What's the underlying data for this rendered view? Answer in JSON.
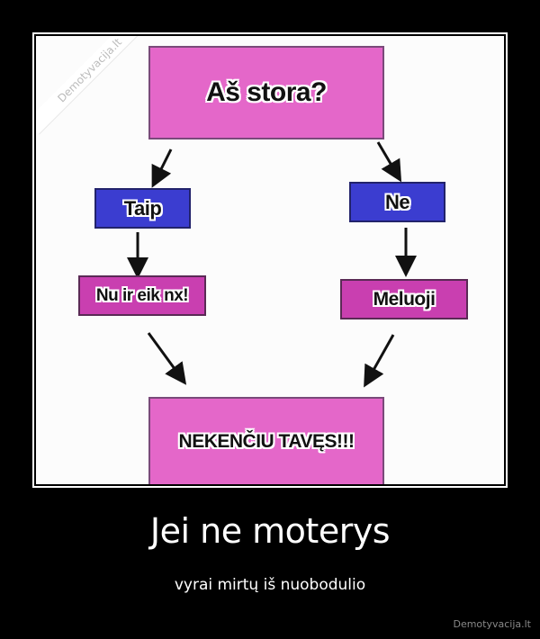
{
  "flowchart": {
    "question": "Aš stora?",
    "yes": "Taip",
    "no": "Ne",
    "yes_result": "Nu ir eik nx!",
    "no_result": "Meluoji",
    "final": "NEKENČIU TAVĘS!!!",
    "watermark": "Demotyvacija.lt",
    "colors": {
      "pink": "#e467c9",
      "magenta": "#c93fb0",
      "blue": "#3b3dd0"
    }
  },
  "poster": {
    "title": "Jei ne moterys",
    "subtitle": "vyrai mirtų iš nuobodulio",
    "site": "Demotyvacija.lt"
  }
}
